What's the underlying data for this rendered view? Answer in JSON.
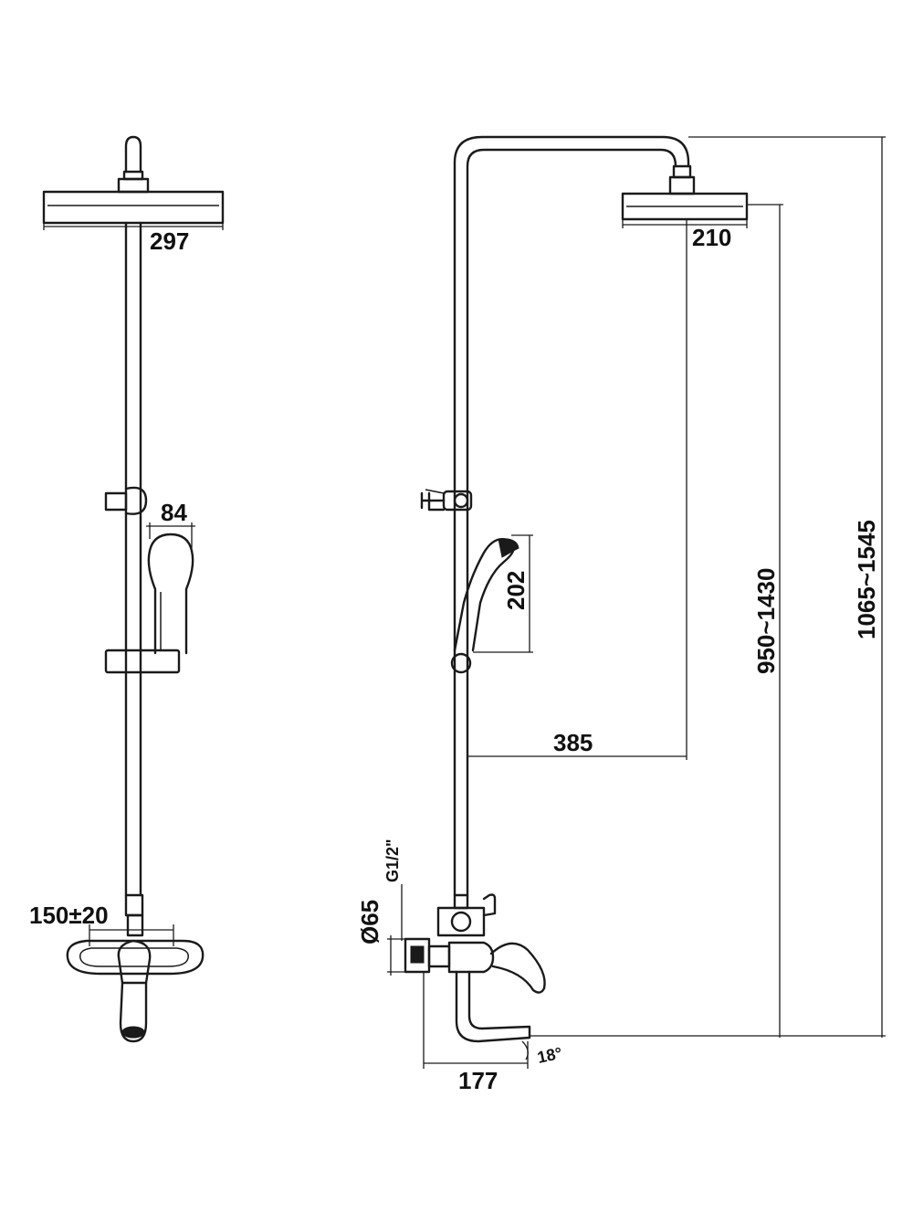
{
  "dimensions": {
    "front_head_width": "297",
    "hand_shower_width": "84",
    "mixer_center_distance": "150±20",
    "side_head_width": "210",
    "hand_shower_length": "202",
    "arm_reach": "385",
    "head_height_range": "950~1430",
    "overall_height_range": "1065~1545",
    "flange_diameter": "Ø65",
    "inlet_thread": "G1/2\"",
    "spout_length": "177",
    "spout_angle": "18°"
  },
  "colors": {
    "line": "#1a1a1a",
    "background": "#ffffff"
  }
}
